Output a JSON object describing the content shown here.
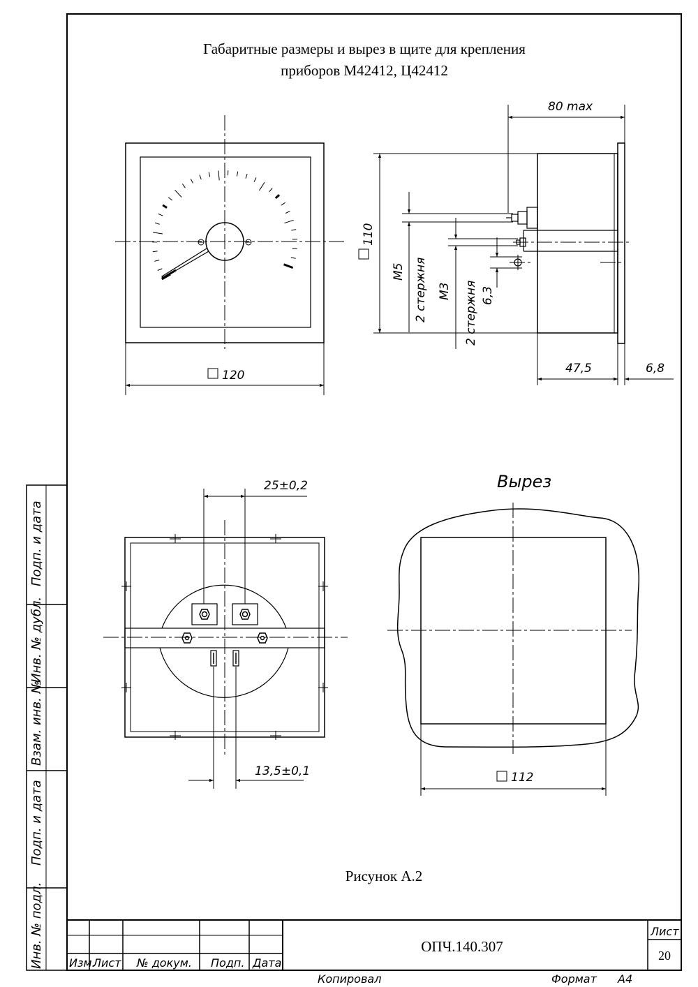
{
  "title": {
    "line1": "Габаритные размеры и вырез в щите для крепления",
    "line2": "приборов М42412, Ц42412"
  },
  "front_view": {
    "dim_width": "120"
  },
  "side_view": {
    "dim_max": "80 max",
    "dim_height": "110",
    "dim_body": "47,5",
    "dim_flange": "6,8",
    "stud_m5": "М5",
    "stud_m5_count": "2 стержня",
    "stud_m3": "М3",
    "stud_m3_count": "2 стержня",
    "dim_63": "6,3"
  },
  "rear_view": {
    "dim_top": "25±0,2",
    "dim_bottom": "13,5±0,1"
  },
  "cutout": {
    "title": "Вырез",
    "dim_width": "112"
  },
  "caption": "Рисунок А.2",
  "side_stamp": {
    "f1": "Подп. и дата",
    "f2": "Инв. № дубл.",
    "f3": "Взам. инв. №",
    "f4": "Подп. и дата",
    "f5": "Инв. № подл."
  },
  "title_block": {
    "doc_number": "ОПЧ.140.307",
    "sheet_label": "Лист",
    "sheet_number": "20",
    "col_izm": "Изм.",
    "col_list": "Лист",
    "col_ndoc": "№ докум.",
    "col_podp": "Подп.",
    "col_data": "Дата",
    "copied": "Копировал",
    "format_label": "Формат",
    "format_value": "А4"
  }
}
